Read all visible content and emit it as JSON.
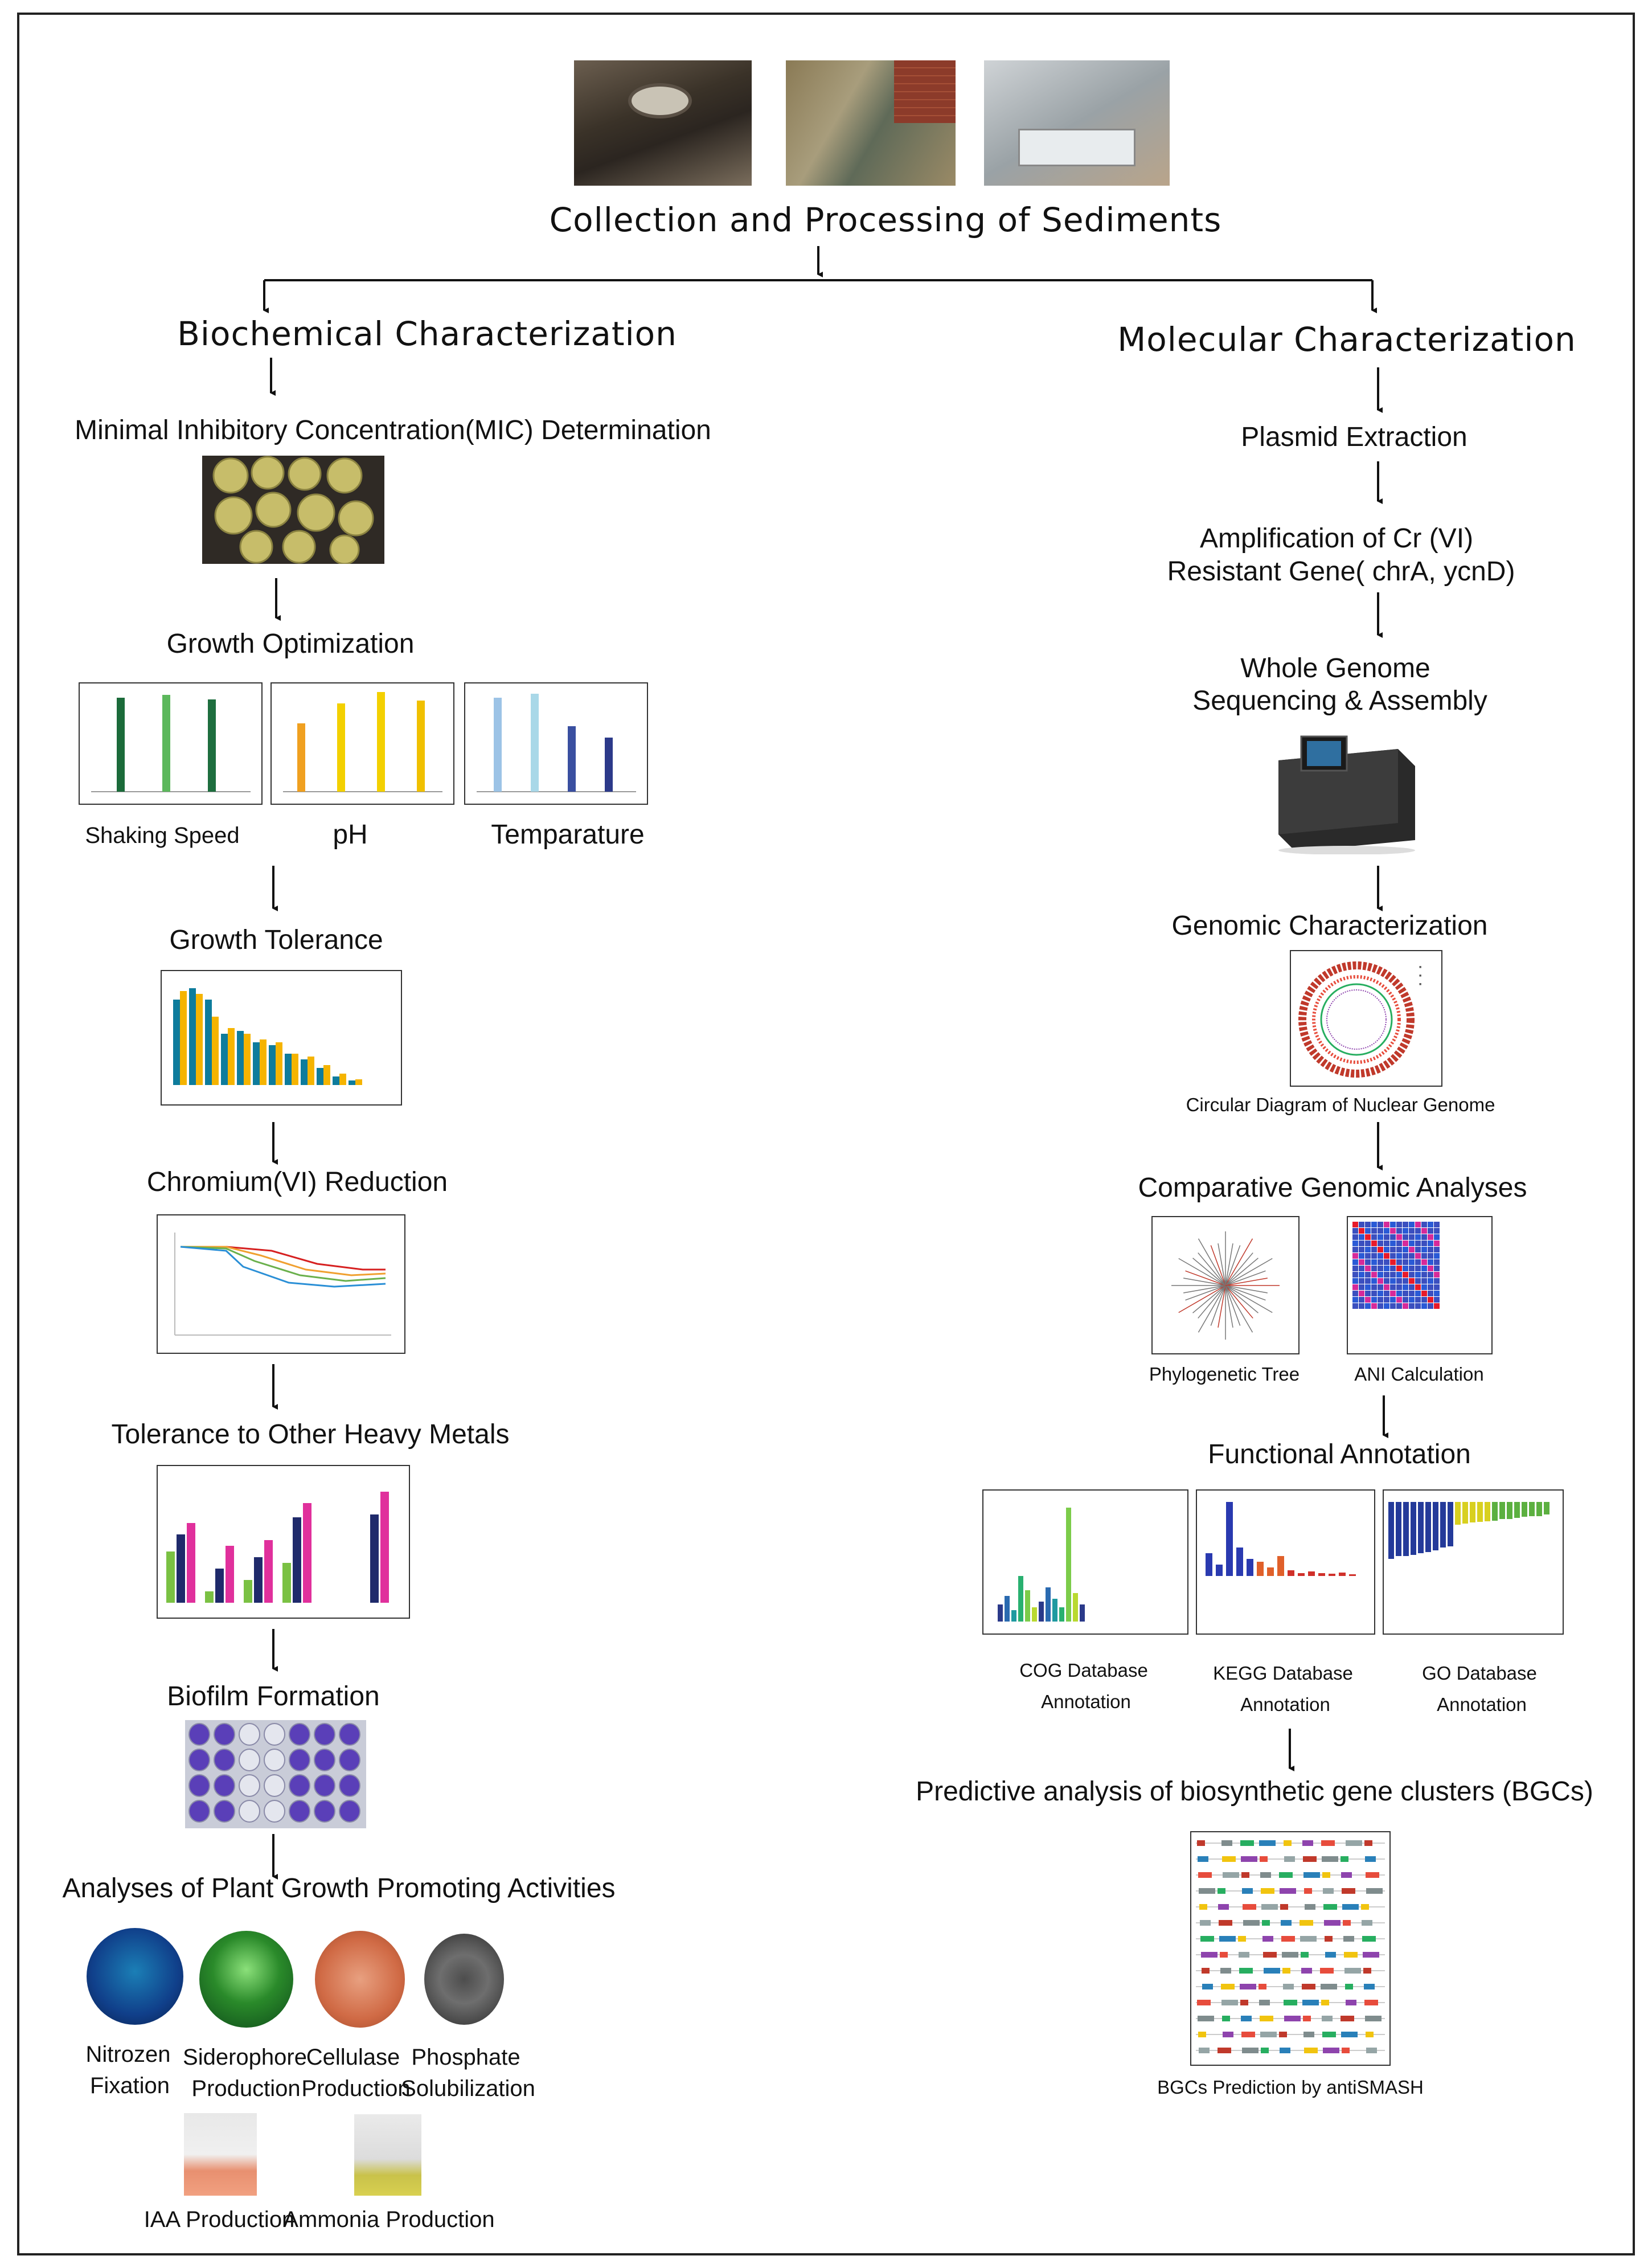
{
  "top": {
    "title": "Collection and Processing of Sediments",
    "photos": [
      "sediment-site-photo-1",
      "sediment-drain-photo-2",
      "lab-processing-photo-3"
    ]
  },
  "left": {
    "heading": "Biochemical Characterization",
    "mic": "Minimal Inhibitory Concentration(MIC) Determination",
    "growth_opt": "Growth Optimization",
    "opt_captions": [
      "Shaking Speed",
      "pH",
      "Temparature"
    ],
    "growth_tol": "Growth Tolerance",
    "chromium": "Chromium(VI) Reduction",
    "metals": "Tolerance to Other Heavy Metals",
    "biofilm": "Biofilm Formation",
    "pgp": "Analyses of Plant Growth Promoting Activities",
    "pgp_items": [
      {
        "l1": "Nitrozen",
        "l2": "Fixation"
      },
      {
        "l1": "Siderophore",
        "l2": "Production"
      },
      {
        "l1": "Cellulase",
        "l2": "Production"
      },
      {
        "l1": "Phosphate",
        "l2": "Solubilization"
      }
    ],
    "pgp_items2": [
      "IAA Production",
      "Ammonia Production"
    ]
  },
  "right": {
    "heading": "Molecular Characterization",
    "plasmid": "Plasmid Extraction",
    "amp_l1": "Amplification of Cr (VI)",
    "amp_l2": "Resistant Gene( chrA, ycnD)",
    "wgs_l1": "Whole Genome",
    "wgs_l2": "Sequencing & Assembly",
    "genomic": "Genomic Characterization",
    "circular": "Circular Diagram of Nuclear Genome",
    "comparative": "Comparative Genomic Analyses",
    "phylo": "Phylogenetic Tree",
    "ani": "ANI Calculation",
    "functional": "Functional Annotation",
    "annot": [
      {
        "l1": "COG Database",
        "l2": "Annotation"
      },
      {
        "l1": "KEGG Database",
        "l2": "Annotation"
      },
      {
        "l1": "GO Database",
        "l2": "Annotation"
      }
    ],
    "bgc": "Predictive analysis of biosynthetic gene clusters (BGCs)",
    "antismash": "BGCs Prediction by antiSMASH"
  },
  "colors": {
    "line": "#111111",
    "bar_teal": "#0e7c9c",
    "bar_yellow": "#f5b400",
    "bar_navy": "#1f2a6b",
    "bar_pink": "#e0309c",
    "bar_green": "#7ac143"
  }
}
